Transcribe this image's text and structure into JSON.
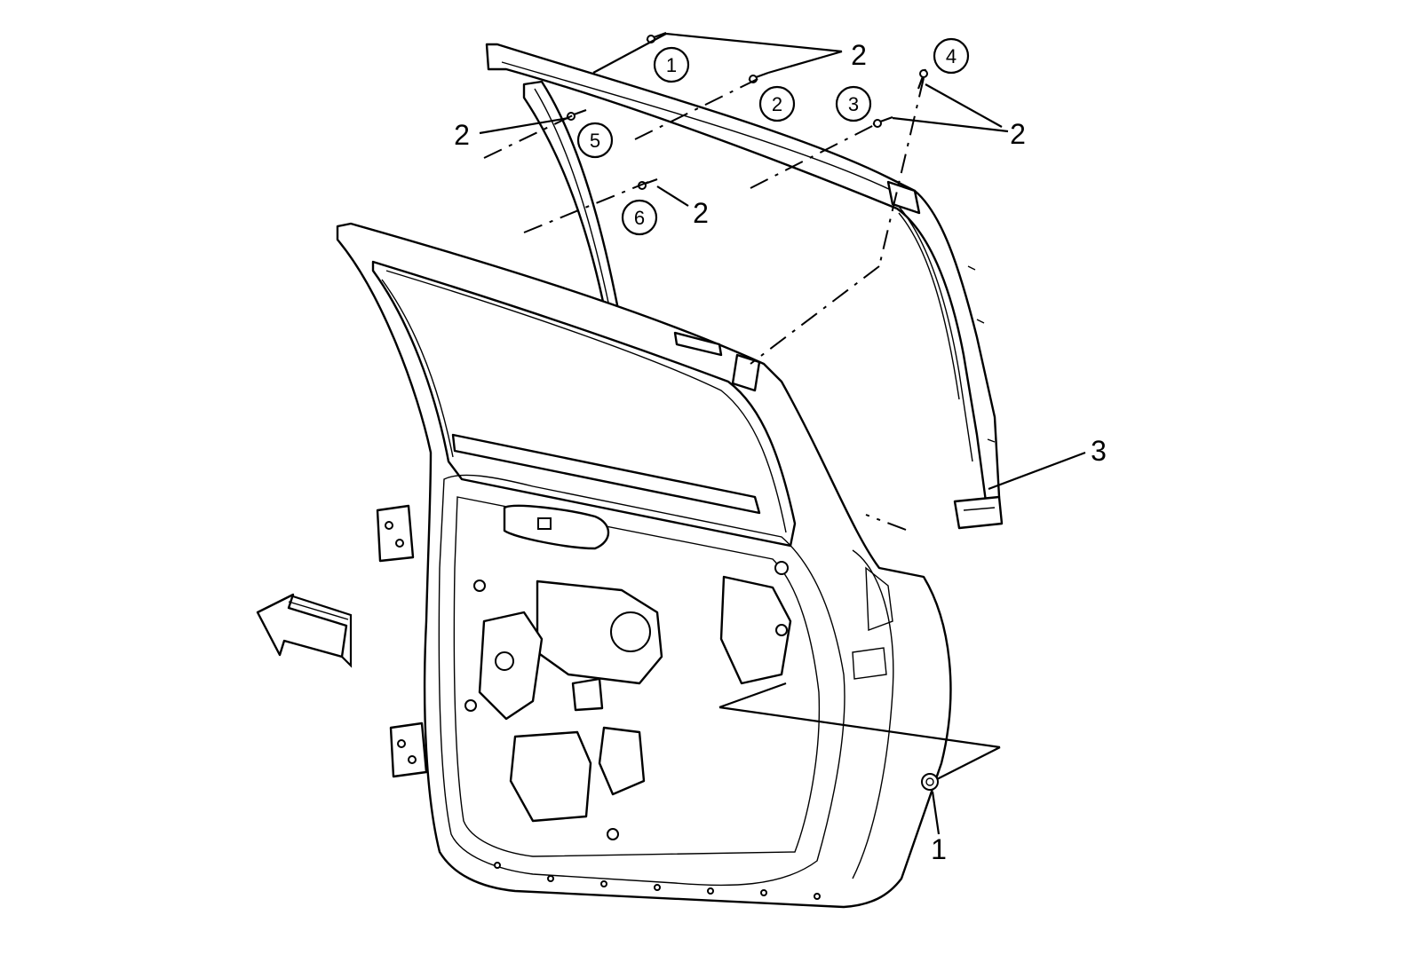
{
  "callouts": {
    "c1": "1",
    "c2": "2",
    "c3": "3",
    "c4": "4",
    "c5": "5",
    "c6": "6"
  },
  "labels": {
    "screw": "2",
    "frame": "3",
    "nut": "1"
  }
}
